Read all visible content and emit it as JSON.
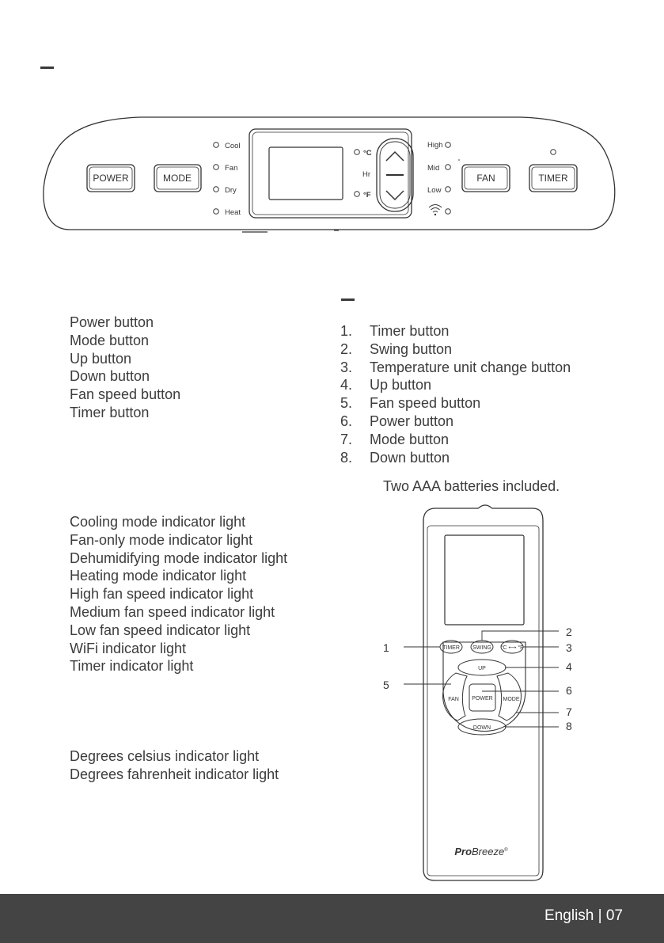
{
  "panel": {
    "buttons": {
      "power": "POWER",
      "mode": "MODE",
      "fan": "FAN",
      "timer": "TIMER"
    },
    "mode_indicators": [
      "Cool",
      "Fan",
      "Dry",
      "Heat"
    ],
    "speed_indicators": [
      "High",
      "Mid",
      "Low"
    ],
    "unit_celsius": "°C",
    "unit_fahrenheit": "°F",
    "hours": "Hr"
  },
  "panel_buttons_list": [
    "Power button",
    "Mode button",
    "Up button",
    "Down button",
    "Fan speed button",
    "Timer button"
  ],
  "indicator_lights_list": [
    "Cooling mode indicator light",
    "Fan-only mode indicator light",
    "Dehumidifying mode indicator light",
    "Heating mode indicator light",
    "High fan speed indicator light",
    "Medium fan speed indicator light",
    "Low fan speed indicator light",
    "WiFi indicator light",
    "Timer indicator light"
  ],
  "temp_lights_list": [
    "Degrees celsius indicator light",
    "Degrees fahrenheit indicator light"
  ],
  "remote_list": [
    {
      "num": "1.",
      "text": "Timer button"
    },
    {
      "num": "2.",
      "text": "Swing button"
    },
    {
      "num": "3.",
      "text": "Temperature unit change button"
    },
    {
      "num": "4.",
      "text": "Up button"
    },
    {
      "num": "5.",
      "text": "Fan speed button"
    },
    {
      "num": "6.",
      "text": "Power button"
    },
    {
      "num": "7.",
      "text": "Mode button"
    },
    {
      "num": "8.",
      "text": "Down button"
    }
  ],
  "battery_note": "Two AAA batteries included.",
  "remote": {
    "buttons": {
      "timer": "TIMER",
      "swing": "SWING",
      "unit": "°C ⟷ °F",
      "up": "UP",
      "fan": "FAN",
      "power": "POWER",
      "mode": "MODE",
      "down": "DOWN"
    },
    "callouts": [
      "1",
      "2",
      "3",
      "4",
      "5",
      "6",
      "7",
      "8"
    ],
    "brand_bold": "Pro",
    "brand_italic": "Breeze",
    "brand_mark": "®"
  },
  "footer": "English | 07"
}
